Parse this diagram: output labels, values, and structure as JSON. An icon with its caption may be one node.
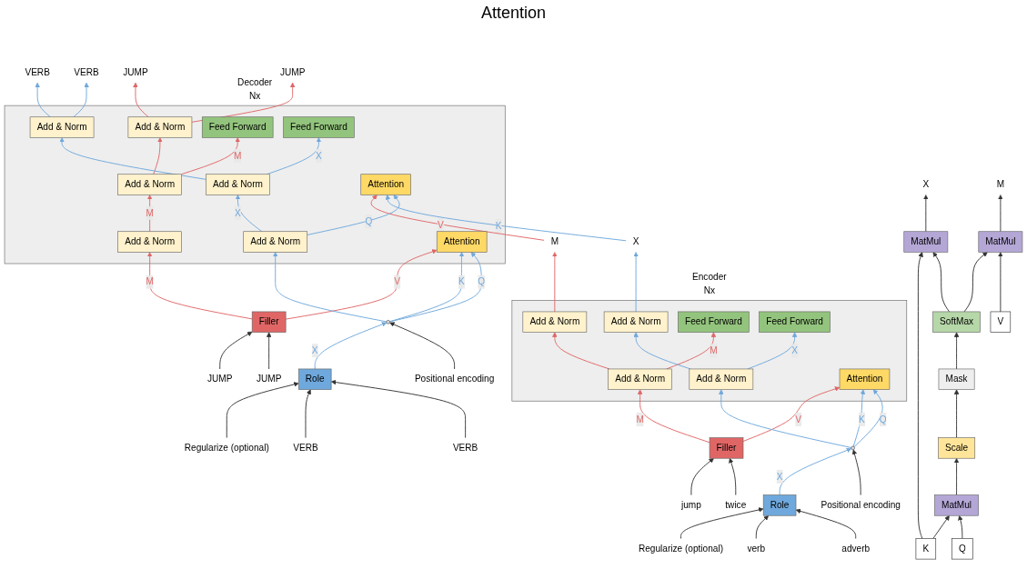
{
  "diagram": {
    "nodes": [
      {
        "text": [
          "Encoder"
        ],
        "beside": [
          "Nx"
        ]
      },
      {
        "text": [
          "Add & Norm"
        ],
        "in": 0
      },
      {
        "text": [
          "Add & Norm"
        ],
        "in": 0
      },
      {
        "text": [
          "Feed Forward"
        ],
        "in": 0
      },
      {
        "text": [
          "Feed Forward"
        ],
        "in": 0
      },
      {
        "text": [
          "Add & Norm"
        ],
        "in": 0
      },
      {
        "text": [
          "Add & Norm"
        ],
        "in": 0
      },
      {
        "text": [
          "Attention"
        ],
        "in": 0
      },
      {
        "text": [
          "M"
        ]
      },
      {
        "text": [
          "X"
        ]
      },
      {
        "text": [],
        "shape": "circle"
      },
      {
        "text": [
          "Positional encoding"
        ]
      },
      {
        "text": [
          "Filler"
        ]
      },
      {
        "text": [
          "Role"
        ]
      },
      {
        "text": [
          "Regularize (optional)"
        ]
      },
      {
        "text": [
          "jump"
        ]
      },
      {
        "text": [
          "twice"
        ]
      },
      {
        "text": [
          "verb"
        ]
      },
      {
        "text": [
          "adverb"
        ]
      },
      {
        "text": [
          "Decoder"
        ],
        "beside": [
          "Nx"
        ]
      },
      {
        "text": [
          "Add & Norm"
        ],
        "in": 19
      },
      {
        "text": [
          "Add & Norm"
        ],
        "in": 19
      },
      {
        "text": [
          "Feed Forward"
        ],
        "in": 19
      },
      {
        "text": [
          "Feed Forward"
        ],
        "in": 19
      },
      {
        "text": [
          "Add & Norm"
        ],
        "in": 19
      },
      {
        "text": [
          "Add & Norm"
        ],
        "in": 19
      },
      {
        "text": [
          "Attention"
        ],
        "in": 19
      },
      {
        "text": [
          "Add & Norm"
        ],
        "in": 19
      },
      {
        "text": [
          "Add & Norm"
        ],
        "in": 19
      },
      {
        "text": [
          "Attention"
        ],
        "in": 19
      },
      {
        "text": [
          "JUMP"
        ]
      },
      {
        "text": [
          "JUMP"
        ]
      },
      {
        "text": [
          "VERB"
        ]
      },
      {
        "text": [
          "VERB"
        ]
      },
      {
        "text": [],
        "shape": "circle"
      },
      {
        "text": [
          "Positional encoding"
        ]
      },
      {
        "text": [
          "Filler"
        ]
      },
      {
        "text": [
          "Role"
        ]
      },
      {
        "text": [
          "Regularize (optional)"
        ]
      },
      {
        "text": [
          "JUMP"
        ]
      },
      {
        "text": [
          "JUMP"
        ]
      },
      {
        "text": [
          "VERB"
        ]
      },
      {
        "text": [
          "VERB"
        ]
      },
      {
        "text": [
          "X"
        ]
      },
      {
        "text": [
          "M"
        ]
      },
      {
        "text": [
          "MatMul"
        ]
      },
      {
        "text": [
          "MatMul"
        ]
      },
      {
        "text": [
          "SoftMax"
        ]
      },
      {
        "text": [
          "Mask"
        ]
      },
      {
        "text": [
          "Scale"
        ]
      },
      {
        "text": [
          "MatMul"
        ]
      },
      {
        "text": [
          "K"
        ]
      },
      {
        "text": [
          "Q"
        ]
      },
      {
        "text": [
          "V"
        ]
      }
    ],
    "edges": [
      {
        "from": 12,
        "to": 7,
        "arrow": "to",
        "label": "V",
        "color": "#e06666"
      },
      {
        "from": 12,
        "to": 5,
        "arrow": "to",
        "label": "M",
        "color": "#e06666"
      },
      {
        "from": 13,
        "to": 10,
        "arrow": "to",
        "label": "X",
        "color": "#6fa8dc"
      },
      {
        "from": 10,
        "to": 7,
        "arrow": "to",
        "label": "K",
        "color": "#6fa8dc"
      },
      {
        "from": 10,
        "to": 7,
        "arrow": "to",
        "label": "Q",
        "color": "#6fa8dc"
      },
      {
        "from": 10,
        "to": 6,
        "arrow": "to",
        "color": "#6fa8dc"
      },
      {
        "from": 5,
        "to": 3,
        "arrow": "to",
        "label": "M",
        "color": "#e06666"
      },
      {
        "from": 5,
        "to": 1,
        "arrow": "to",
        "color": "#e06666"
      },
      {
        "from": 6,
        "to": 4,
        "arrow": "to",
        "label": "X",
        "color": "#6fa8dc"
      },
      {
        "from": 6,
        "to": 2,
        "arrow": "to",
        "color": "#6fa8dc"
      },
      {
        "from": 1,
        "to": 8,
        "arrow": "to",
        "color": "#e06666"
      },
      {
        "from": 2,
        "to": 9,
        "arrow": "to",
        "color": "#6fa8dc"
      },
      {
        "from": 11,
        "to": 10,
        "arrow": "to"
      },
      {
        "from": 14,
        "to": 13,
        "arrow": "to"
      },
      {
        "from": 15,
        "to": 12,
        "arrow": "to"
      },
      {
        "from": 16,
        "to": 12,
        "arrow": "to"
      },
      {
        "from": 17,
        "to": 13,
        "arrow": "to"
      },
      {
        "from": 18,
        "to": 13,
        "arrow": "to"
      },
      {
        "from": 8,
        "to": 26,
        "arrow": "to",
        "label": "V",
        "color": "#e06666"
      },
      {
        "from": 9,
        "to": 26,
        "arrow": "to",
        "label": "K",
        "color": "#6fa8dc"
      },
      {
        "from": 28,
        "to": 26,
        "arrow": "to",
        "label": "Q",
        "color": "#6fa8dc"
      },
      {
        "from": 28,
        "to": 25,
        "arrow": "to",
        "label": "X",
        "color": "#6fa8dc"
      },
      {
        "from": 27,
        "to": 24,
        "arrow": "to",
        "label": "M",
        "color": "#e06666"
      },
      {
        "from": 24,
        "to": 22,
        "arrow": "to",
        "label": "M",
        "color": "#e06666"
      },
      {
        "from": 24,
        "to": 20,
        "arrow": "to",
        "color": "#e06666"
      },
      {
        "from": 25,
        "to": 23,
        "arrow": "to",
        "label": "X",
        "color": "#6fa8dc"
      },
      {
        "from": 25,
        "to": 21,
        "arrow": "to",
        "color": "#6fa8dc"
      },
      {
        "from": 20,
        "to": 30,
        "arrow": "to",
        "color": "#e06666"
      },
      {
        "from": 20,
        "to": 31,
        "arrow": "to",
        "color": "#e06666"
      },
      {
        "from": 21,
        "to": 32,
        "arrow": "to",
        "color": "#6fa8dc"
      },
      {
        "from": 21,
        "to": 33,
        "arrow": "to",
        "color": "#6fa8dc"
      },
      {
        "from": 36,
        "to": 29,
        "arrow": "to",
        "label": "V",
        "color": "#e06666"
      },
      {
        "from": 36,
        "to": 27,
        "arrow": "to",
        "label": "M",
        "color": "#e06666"
      },
      {
        "from": 37,
        "to": 34,
        "arrow": "to",
        "label": "X",
        "color": "#6fa8dc"
      },
      {
        "from": 34,
        "to": 29,
        "arrow": "to",
        "label": "K",
        "color": "#6fa8dc"
      },
      {
        "from": 34,
        "to": 29,
        "arrow": "to",
        "label": "Q",
        "color": "#6fa8dc"
      },
      {
        "from": 34,
        "to": 28,
        "arrow": "to",
        "color": "#6fa8dc"
      },
      {
        "from": 35,
        "to": 34,
        "arrow": "to"
      },
      {
        "from": 38,
        "to": 37,
        "arrow": "to"
      },
      {
        "from": 39,
        "to": 36,
        "arrow": "to"
      },
      {
        "from": 40,
        "to": 36,
        "arrow": "to"
      },
      {
        "from": 41,
        "to": 37,
        "arrow": "to"
      },
      {
        "from": 42,
        "to": 37,
        "arrow": "to"
      },
      {
        "from": 45,
        "to": 43,
        "arrow": "to"
      },
      {
        "from": 46,
        "to": 44,
        "arrow": "to"
      },
      {
        "from": 51,
        "to": 45,
        "arrow": "to"
      },
      {
        "from": 47,
        "to": 45,
        "arrow": "to"
      },
      {
        "from": 47,
        "to": 46,
        "arrow": "to"
      },
      {
        "from": 53,
        "to": 46,
        "arrow": "to"
      },
      {
        "from": 48,
        "to": 47,
        "arrow": "to"
      },
      {
        "from": 49,
        "to": 48,
        "arrow": "to"
      },
      {
        "from": 50,
        "to": 49,
        "arrow": "to"
      },
      {
        "from": 51,
        "to": 50,
        "arrow": "to"
      },
      {
        "from": 52,
        "to": 50,
        "arrow": "to"
      }
    ],
    "labels": [
      "Attention"
    ]
  }
}
